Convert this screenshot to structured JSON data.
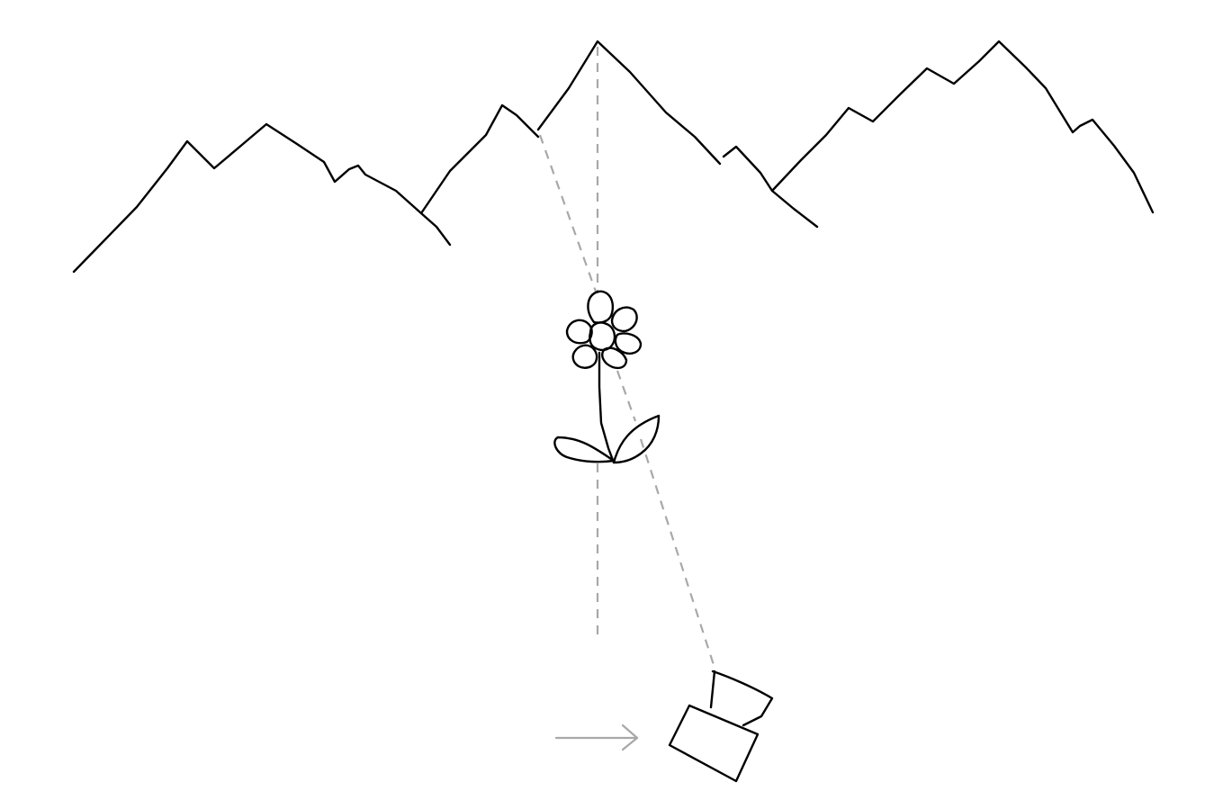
{
  "colors": {
    "background": "#ffffff",
    "ink": "#000000",
    "guide": "#a8a8a8",
    "arrow": "#a8a8a8"
  },
  "elements": {
    "mountains": "mountain-range-outline",
    "flower": "flower-in-foreground",
    "camera": "camera-icon",
    "arrow": "right-arrow-icon",
    "guides": [
      "dashed-sightline-vertical",
      "dashed-sightline-diagonal"
    ]
  }
}
